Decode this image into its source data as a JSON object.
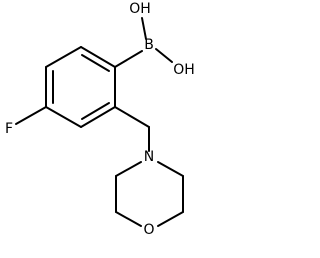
{
  "molecule": {
    "atoms": {
      "boron": "B",
      "hydroxyl_top": "OH",
      "hydroxyl_right": "OH",
      "fluorine": "F",
      "nitrogen": "N",
      "ring_oxygen": "O"
    },
    "colors": {
      "bond": "#000000",
      "label": "#000000",
      "background": "#ffffff"
    }
  }
}
